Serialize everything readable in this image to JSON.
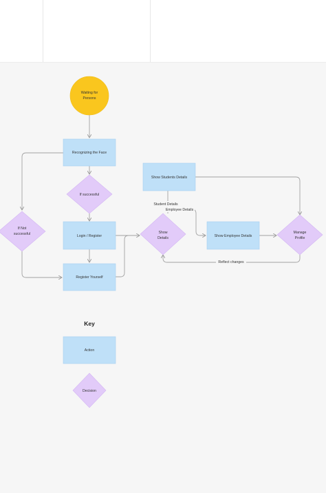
{
  "colors": {
    "action_fill": "#bfe0f8",
    "action_stroke": "#a6cff0",
    "decision_fill": "#e2cbf9",
    "decision_stroke": "#d3b6f3",
    "start_fill": "#fac61e",
    "arrow": "#9a9a9a"
  },
  "nodes": {
    "start": [
      "Waiting for",
      "Persons"
    ],
    "recognize": "Recognizing the Face",
    "if_successful": "If successful",
    "if_not_successful": [
      "If Not",
      "successful"
    ],
    "login": "Login / Register",
    "register_yourself": "Register Yourself",
    "show_details": [
      "Show",
      "Details"
    ],
    "show_students": "Show Students Details",
    "show_employee": "Show Employee Details",
    "manage_profile": [
      "Manage",
      "Profile"
    ]
  },
  "edge_labels": {
    "student_details": "Student Details",
    "employee_details": "Employee Details",
    "reflect_changes": "Reflect changes"
  },
  "key": {
    "title": "Key",
    "action": "Action",
    "decision": "Decision"
  }
}
